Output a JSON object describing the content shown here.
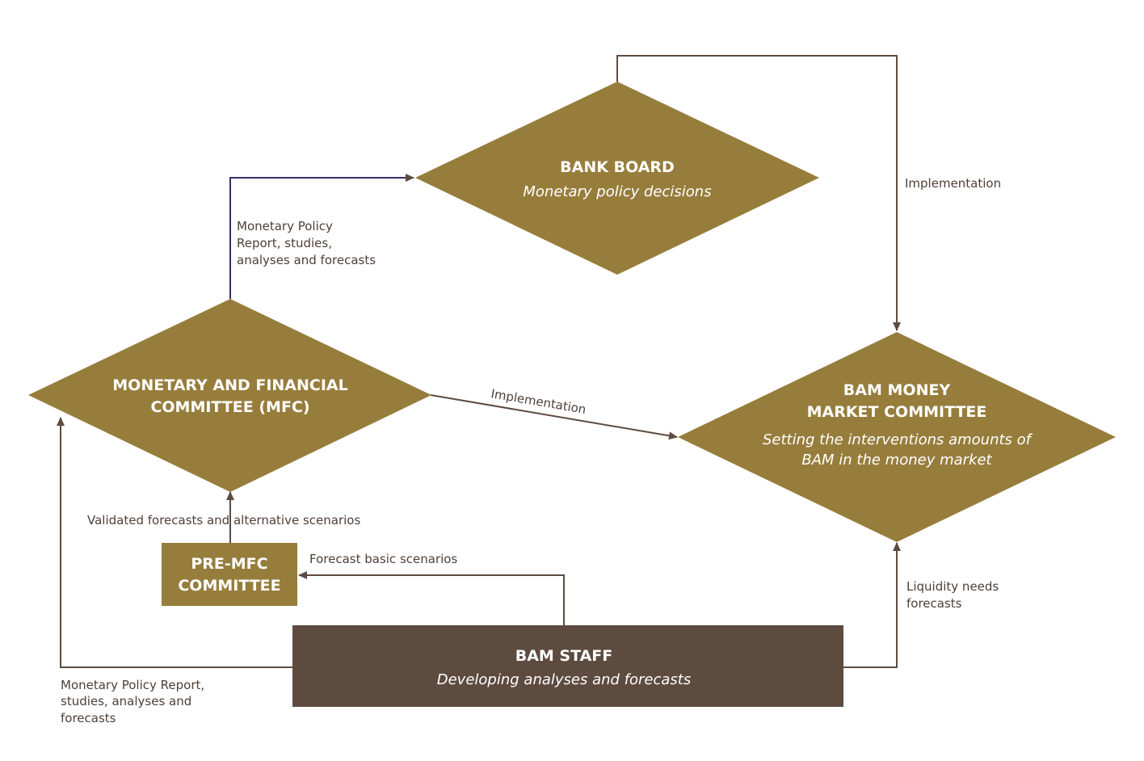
{
  "nodes": {
    "bank_board": {
      "title": "BANK BOARD",
      "subtitle": "Monetary policy decisions"
    },
    "mfc": {
      "title_line1": "MONETARY AND FINANCIAL",
      "title_line2": "COMMITTEE (MFC)"
    },
    "money_market": {
      "title_line1": "BAM MONEY",
      "title_line2": "MARKET COMMITTEE",
      "subtitle_line1": "Setting the interventions amounts of",
      "subtitle_line2": "BAM in the money market"
    },
    "pre_mfc": {
      "title_line1": "PRE-MFC",
      "title_line2": "COMMITTEE"
    },
    "staff": {
      "title": "BAM STAFF",
      "subtitle": "Developing analyses and forecasts"
    }
  },
  "edges": {
    "mfc_to_board": [
      "Monetary Policy",
      "Report, studies,",
      "analyses and forecasts"
    ],
    "board_to_mm": "Implementation",
    "mfc_to_mm": "Implementation",
    "premfc_to_mfc": "Validated forecasts and alternative scenarios",
    "staff_to_premfc": "Forecast basic scenarios",
    "staff_to_mm": [
      "Liquidity needs",
      "forecasts"
    ],
    "staff_to_mfc": [
      "Monetary Policy Report,",
      "studies, analyses and",
      "forecasts"
    ]
  },
  "colors": {
    "diamond": "#977d3c",
    "staff_box": "#5e4b40",
    "text_dark": "#4e3f37",
    "line": "#5e4b40",
    "line_accent": "#3d2a6b"
  }
}
